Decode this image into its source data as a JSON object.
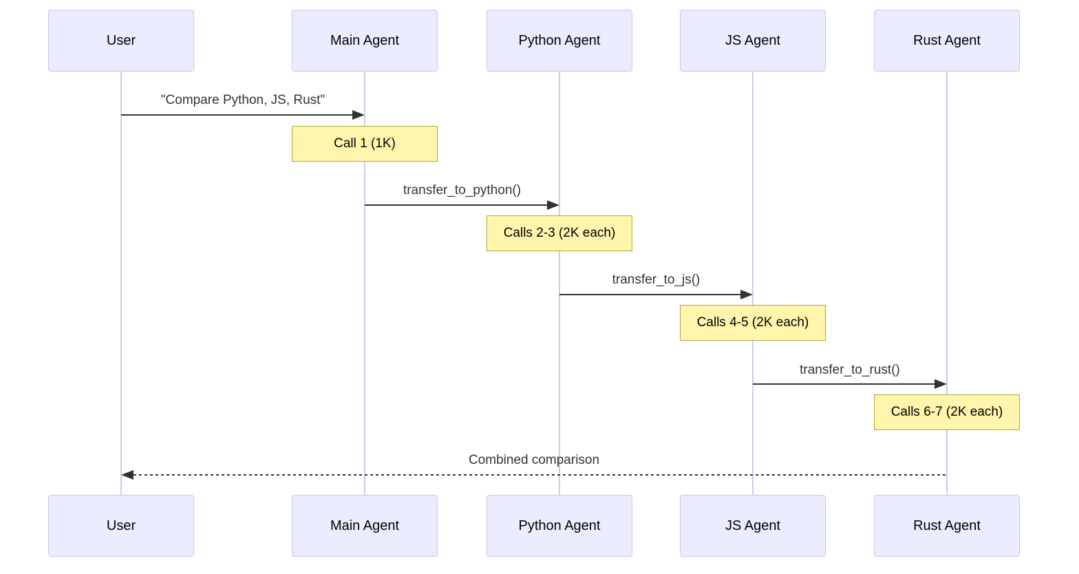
{
  "diagram": {
    "type": "sequence-diagram",
    "background": "#ffffff",
    "colors": {
      "actor_fill": "#ececff",
      "actor_border": "#c9c5ef",
      "lifeline": "#cfcbee",
      "note_fill": "#fff5ad",
      "note_border": "#aaaa33",
      "message_line": "#333333",
      "message_text": "#333333",
      "actor_text": "#000000"
    },
    "actors": [
      {
        "label": "User"
      },
      {
        "label": "Main Agent"
      },
      {
        "label": "Python Agent"
      },
      {
        "label": "JS Agent"
      },
      {
        "label": "Rust Agent"
      }
    ],
    "messages": [
      {
        "from": "User",
        "to": "Main Agent",
        "label": "\"Compare Python, JS, Rust\"",
        "style": "solid"
      },
      {
        "from": "Main Agent",
        "to": "Python Agent",
        "label": "transfer_to_python()",
        "style": "solid"
      },
      {
        "from": "Python Agent",
        "to": "JS Agent",
        "label": "transfer_to_js()",
        "style": "solid"
      },
      {
        "from": "JS Agent",
        "to": "Rust Agent",
        "label": "transfer_to_rust()",
        "style": "solid"
      },
      {
        "from": "Rust Agent",
        "to": "User",
        "label": "Combined comparison",
        "style": "dashed"
      }
    ],
    "notes": [
      {
        "over": "Main Agent",
        "label": "Call 1 (1K)"
      },
      {
        "over": "Python Agent",
        "label": "Calls 2-3 (2K each)"
      },
      {
        "over": "JS Agent",
        "label": "Calls 4-5 (2K each)"
      },
      {
        "over": "Rust Agent",
        "label": "Calls 6-7 (2K each)"
      }
    ]
  }
}
